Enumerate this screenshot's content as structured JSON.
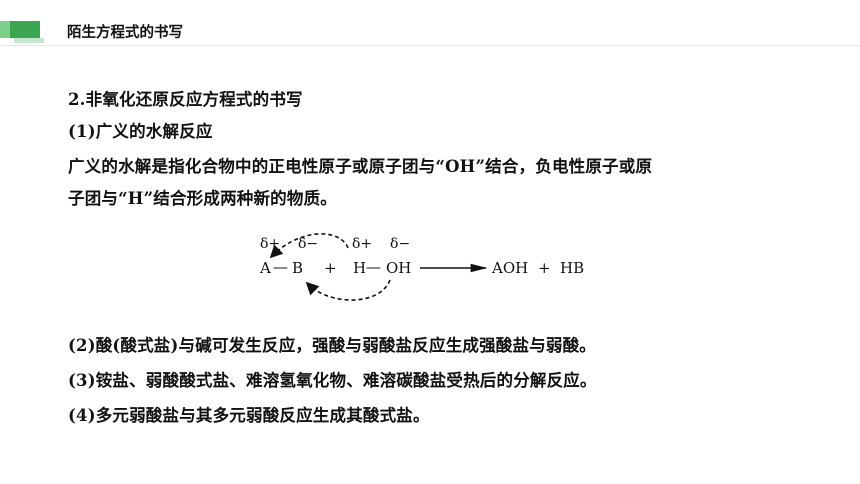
{
  "header": {
    "title": "陌生方程式的书写"
  },
  "content": {
    "section_title": "2.非氧化还原反应方程式的书写",
    "sub1_title": "(1)广义的水解反应",
    "sub1_text_line1": "广义的水解是指化合物中的正电性原子或原子团与“OH”结合，负电性原子或原",
    "sub1_text_line2": "子团与“H”结合形成两种新的物质。",
    "item2": "(2)酸(酸式盐)与碱可发生反应，强酸与弱酸盐反应生成强酸盐与弱酸。",
    "item3": "(3)铵盐、弱酸酸式盐、难溶氢氧化物、难溶碳酸盐受热后的分解反应。",
    "item4": "(4)多元弱酸盐与其多元弱酸反应生成其酸式盐。"
  },
  "equation": {
    "delta_plus": "δ+",
    "delta_minus": "δ−",
    "delta_plus_2": "δ+",
    "delta_minus_2": "δ−",
    "reactant_a": "A",
    "bond_1": "—",
    "reactant_b": "B",
    "plus_1": "+",
    "reactant_h": "H",
    "bond_2": "—",
    "reactant_oh": "OH",
    "product_aoh": "AOH",
    "plus_2": "+",
    "product_hb": "HB"
  },
  "colors": {
    "accent": "#3aa64f",
    "accent_light": "#7fcf8c"
  }
}
